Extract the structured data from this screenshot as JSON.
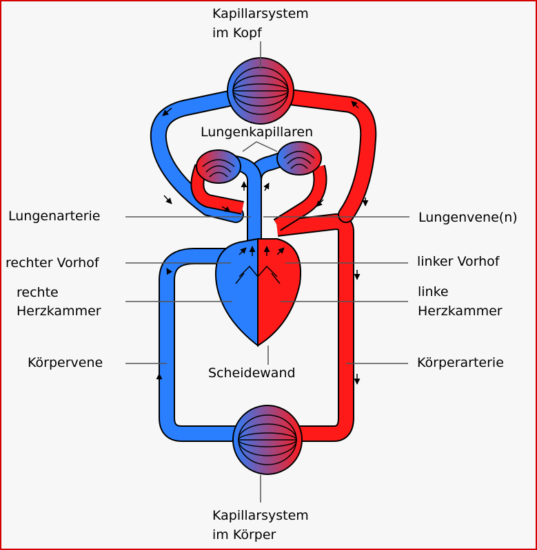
{
  "colors": {
    "vein": "#2a7fff",
    "artery": "#ff1a1a",
    "outline": "#000000",
    "leader": "#555555",
    "background": "#f7f7f7",
    "border": "#d40000"
  },
  "labels": {
    "head_capillaries": [
      "Kapillarsystem",
      "im Kopf"
    ],
    "lung_capillaries": "Lungenkapillaren",
    "pulmonary_artery": "Lungenarterie",
    "pulmonary_vein": "Lungenvene(n)",
    "right_atrium": "rechter Vorhof",
    "left_atrium": "linker Vorhof",
    "right_ventricle": [
      "rechte",
      "Herzkammer"
    ],
    "left_ventricle": [
      "linke",
      "Herzkammer"
    ],
    "body_vein": "Körpervene",
    "body_artery": "Körperarterie",
    "septum": "Scheidewand",
    "body_capillaries": [
      "Kapillarsystem",
      "im Körper"
    ]
  }
}
